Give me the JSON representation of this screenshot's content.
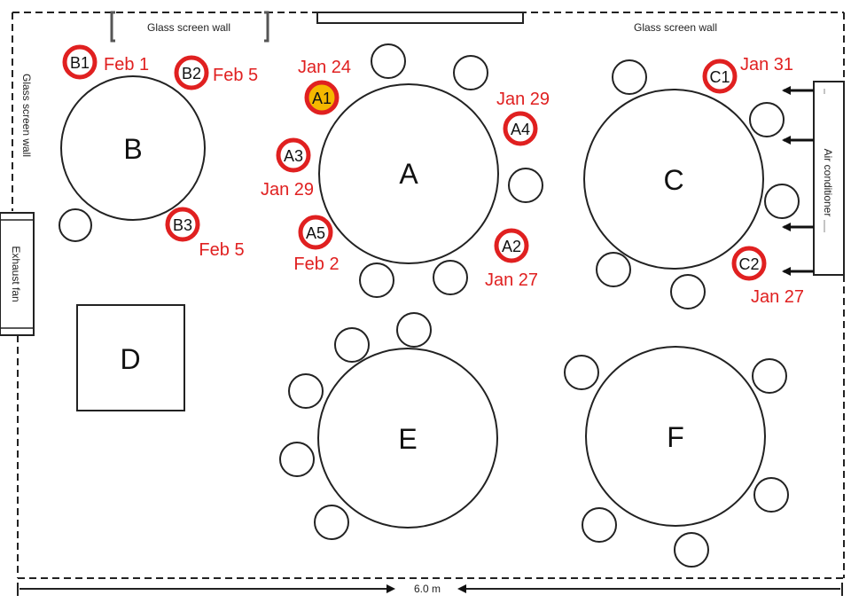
{
  "labels": {
    "glass_wall_top_left": "Glass screen wall",
    "glass_wall_top_right": "Glass screen wall",
    "glass_wall_left": "Glass screen wall",
    "exhaust_fan": "Exhaust fan",
    "air_conditioner": "Air conditioner",
    "scale": "6.0 m"
  },
  "tables": [
    {
      "id": "A",
      "label": "A"
    },
    {
      "id": "B",
      "label": "B"
    },
    {
      "id": "C",
      "label": "C"
    },
    {
      "id": "D",
      "label": "D"
    },
    {
      "id": "E",
      "label": "E"
    },
    {
      "id": "F",
      "label": "F"
    }
  ],
  "cases": [
    {
      "id": "A1",
      "label": "A1",
      "date": "Jan 24",
      "index_case": true
    },
    {
      "id": "A2",
      "label": "A2",
      "date": "Jan 27"
    },
    {
      "id": "A3",
      "label": "A3",
      "date": "Jan 29"
    },
    {
      "id": "A4",
      "label": "A4",
      "date": "Jan 29"
    },
    {
      "id": "A5",
      "label": "A5",
      "date": "Feb 2"
    },
    {
      "id": "B1",
      "label": "B1",
      "date": "Feb 1"
    },
    {
      "id": "B2",
      "label": "B2",
      "date": "Feb 5"
    },
    {
      "id": "B3",
      "label": "B3",
      "date": "Feb 5"
    },
    {
      "id": "C1",
      "label": "C1",
      "date": "Jan 31"
    },
    {
      "id": "C2",
      "label": "C2",
      "date": "Jan 27"
    }
  ],
  "colors": {
    "case_ring": "#e02020",
    "index_case_fill": "#f5b800",
    "line": "#1a1a1a"
  },
  "icons": [
    "airflow-arrow-icon"
  ]
}
